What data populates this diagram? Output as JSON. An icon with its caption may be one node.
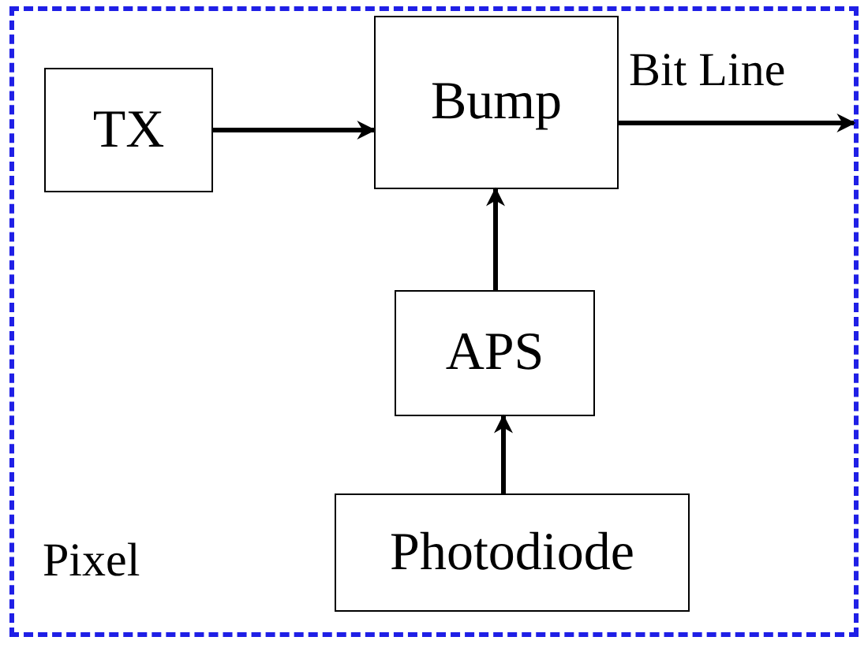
{
  "diagram": {
    "nodes": [
      {
        "text": [
          "Pixel"
        ]
      },
      {
        "text": [
          "TX"
        ],
        "in": 0
      },
      {
        "text": [
          "Bump"
        ],
        "in": 0
      },
      {
        "text": [
          "APS"
        ],
        "in": 0
      },
      {
        "text": [
          "Photodiode"
        ],
        "in": 0
      }
    ],
    "edges": [
      {
        "from": 1,
        "to": 2,
        "arrow": "to"
      },
      {
        "from": 3,
        "to": 2,
        "arrow": "to"
      },
      {
        "from": 4,
        "to": 3,
        "arrow": "to"
      },
      {
        "from": 2,
        "to": null,
        "arrow": "to",
        "label": "Bit Line"
      }
    ]
  }
}
